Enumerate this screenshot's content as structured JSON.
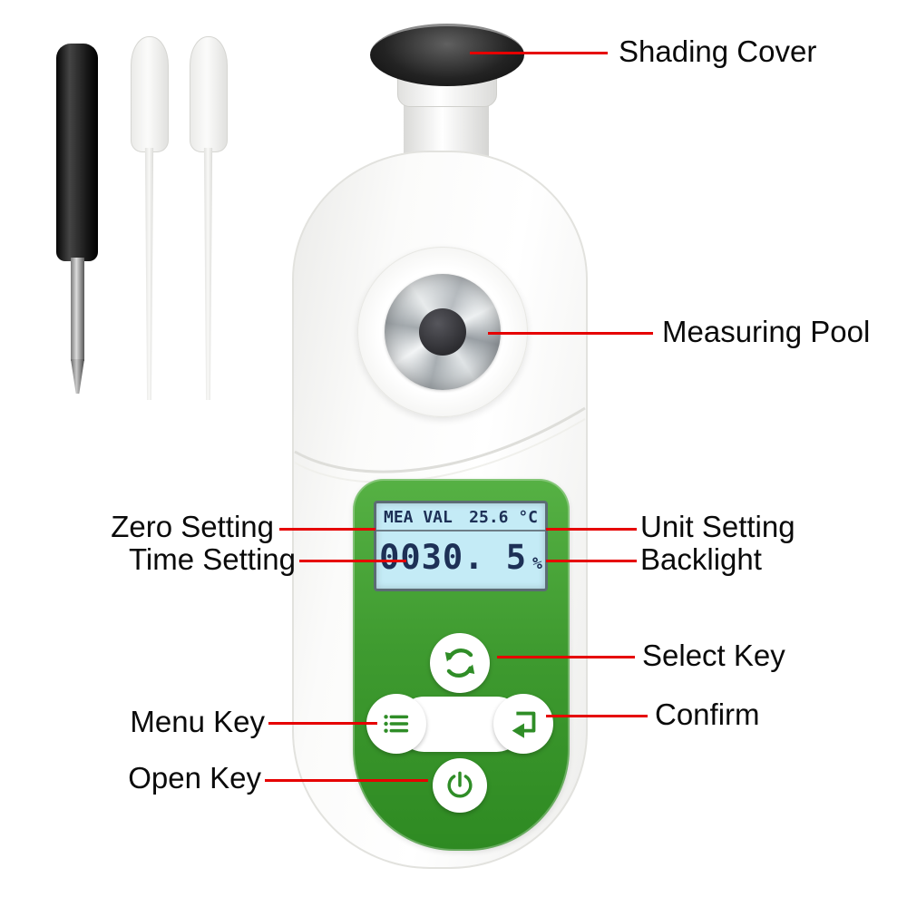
{
  "title": "Digital refractometer parts diagram",
  "callouts": {
    "shading_cover": "Shading Cover",
    "measuring_pool": "Measuring Pool",
    "zero_setting": "Zero Setting",
    "time_setting": "Time Setting",
    "unit_setting": "Unit Setting",
    "backlight": "Backlight",
    "select_key": "Select Key",
    "menu_key": "Menu Key",
    "confirm": "Confirm",
    "open_key": "Open Key"
  },
  "device": {
    "lcd": {
      "mode_label": "MEA VAL",
      "temperature": "25.6 °C",
      "value": "0030. 5",
      "unit": "%"
    }
  },
  "icons": {
    "select": "cycle-arrows-icon",
    "menu": "menu-list-icon",
    "confirm": "enter-arrow-icon",
    "open": "power-icon"
  },
  "colors": {
    "callout_line": "#e60000",
    "label_text": "#0a0a0a",
    "panel_green": "#3f9b30",
    "lcd_background": "#c4ebf6",
    "lcd_text": "#1d3056",
    "icon_green": "#2f8d27",
    "shading_cover": "#232323"
  }
}
